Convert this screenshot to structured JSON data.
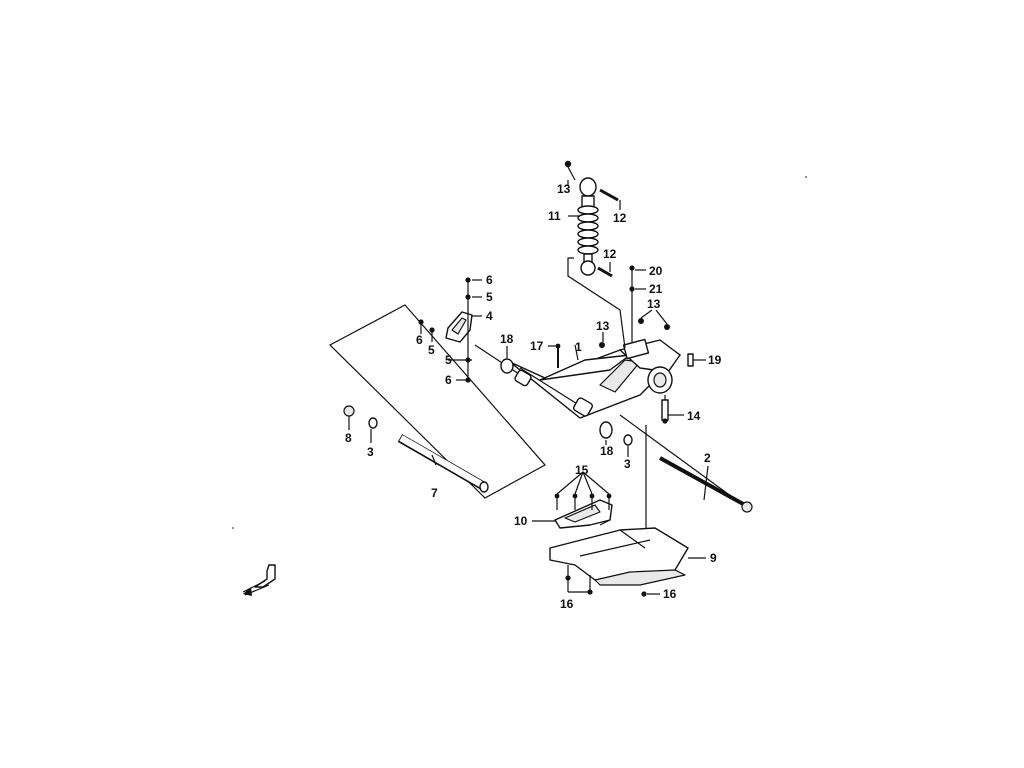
{
  "callouts": [
    {
      "id": "c1",
      "text": "1"
    },
    {
      "id": "c2",
      "text": "2"
    },
    {
      "id": "c3a",
      "text": "3"
    },
    {
      "id": "c3b",
      "text": "3"
    },
    {
      "id": "c4",
      "text": "4"
    },
    {
      "id": "c5a",
      "text": "5"
    },
    {
      "id": "c5b",
      "text": "5"
    },
    {
      "id": "c5c",
      "text": "5"
    },
    {
      "id": "c6a",
      "text": "6"
    },
    {
      "id": "c6b",
      "text": "6"
    },
    {
      "id": "c6c",
      "text": "6"
    },
    {
      "id": "c7",
      "text": "7"
    },
    {
      "id": "c8",
      "text": "8"
    },
    {
      "id": "c9",
      "text": "9"
    },
    {
      "id": "c10",
      "text": "10"
    },
    {
      "id": "c11",
      "text": "11"
    },
    {
      "id": "c12a",
      "text": "12"
    },
    {
      "id": "c12b",
      "text": "12"
    },
    {
      "id": "c13a",
      "text": "13"
    },
    {
      "id": "c13b",
      "text": "13"
    },
    {
      "id": "c13c",
      "text": "13"
    },
    {
      "id": "c14",
      "text": "14"
    },
    {
      "id": "c15",
      "text": "15"
    },
    {
      "id": "c16a",
      "text": "16"
    },
    {
      "id": "c16b",
      "text": "16"
    },
    {
      "id": "c17",
      "text": "17"
    },
    {
      "id": "c18a",
      "text": "18"
    },
    {
      "id": "c18b",
      "text": "18"
    },
    {
      "id": "c19",
      "text": "19"
    },
    {
      "id": "c20",
      "text": "20"
    },
    {
      "id": "c21",
      "text": "21"
    }
  ],
  "icons": {
    "direction": "front-direction-arrow-icon"
  },
  "colors": {
    "ink": "#111111",
    "paper": "#ffffff"
  }
}
